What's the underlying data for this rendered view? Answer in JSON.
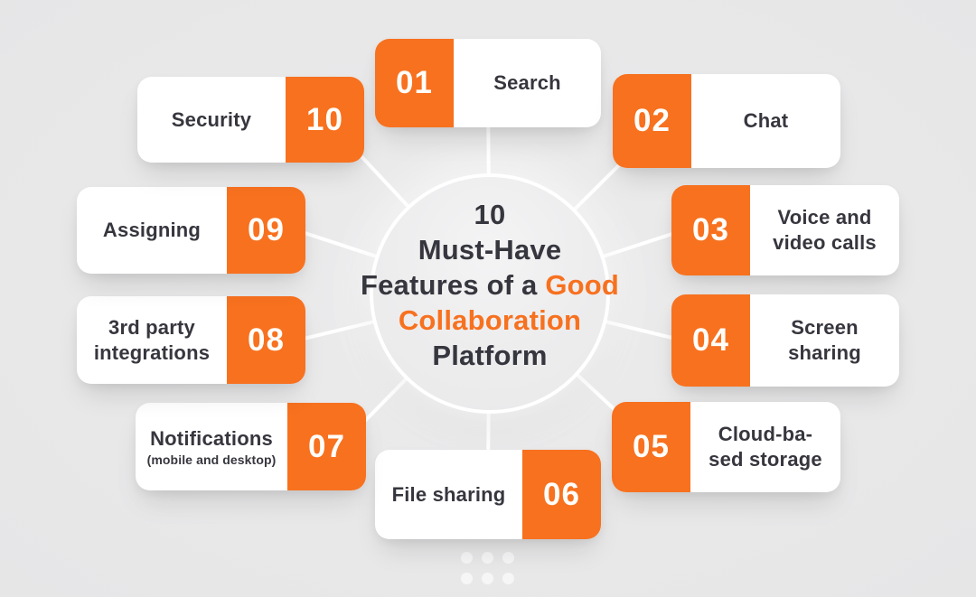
{
  "title": {
    "line1": "10",
    "line2": "Must-Have",
    "line3_dark": "Features of a ",
    "line3_accent": "Good",
    "line4_accent": "Collaboration",
    "line5": "Platform"
  },
  "items": [
    {
      "number": "01",
      "lines": [
        "Search"
      ]
    },
    {
      "number": "02",
      "lines": [
        "Chat"
      ]
    },
    {
      "number": "03",
      "lines": [
        "Voice and",
        "video calls"
      ]
    },
    {
      "number": "04",
      "lines": [
        "Screen",
        "sharing"
      ]
    },
    {
      "number": "05",
      "lines": [
        "Cloud-ba-",
        "sed storage"
      ]
    },
    {
      "number": "06",
      "lines": [
        "File sharing"
      ]
    },
    {
      "number": "07",
      "lines": [
        "Notifications"
      ],
      "sublabel": "(mobile and desktop)"
    },
    {
      "number": "08",
      "lines": [
        "3rd party",
        "integrations"
      ]
    },
    {
      "number": "09",
      "lines": [
        "Assigning"
      ]
    },
    {
      "number": "10",
      "lines": [
        "Security"
      ]
    }
  ],
  "footer": {
    "dots_icon": "six-dots-logo"
  },
  "colors": {
    "accent": "#f7711f",
    "text-dark": "#36363e",
    "card-bg": "#ffffff",
    "background": "#e8e8e9",
    "connector": "#ffffff"
  }
}
